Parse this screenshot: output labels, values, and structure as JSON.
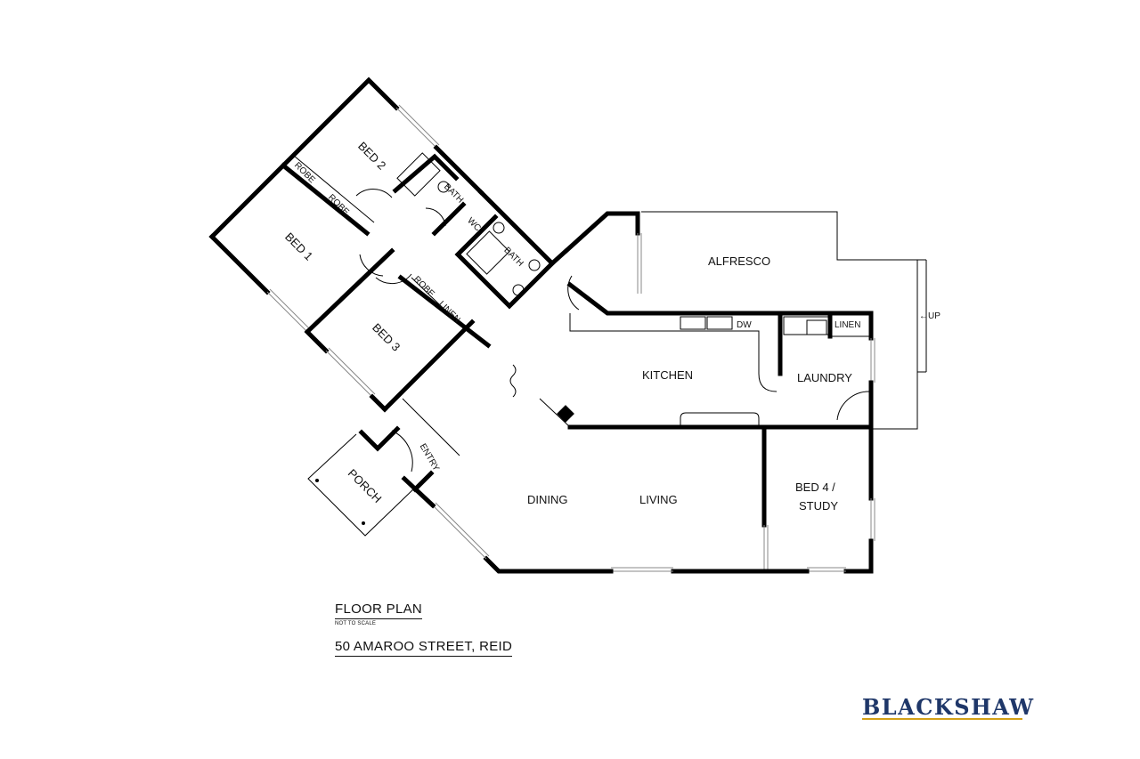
{
  "rooms": {
    "bed2": "BED 2",
    "robe_a": "ROBE",
    "robe_b": "ROBE",
    "bed1": "BED 1",
    "bath_a": "BATH",
    "wc": "WC",
    "bath_b": "BATH",
    "robe_c": "ROBE",
    "linen_a": "LINEN",
    "bed3": "BED 3",
    "alfresco": "ALFRESCO",
    "up": "←UP",
    "dw": "DW",
    "linen_b": "LINEN",
    "kitchen": "KITCHEN",
    "laundry": "LAUNDRY",
    "entry": "ENTRY",
    "porch": "PORCH",
    "dining": "DINING",
    "living": "LIVING",
    "bed4_line1": "BED 4 /",
    "bed4_line2": "STUDY"
  },
  "caption": {
    "title": "FLOOR PLAN",
    "note": "NOT TO SCALE",
    "address": "50 AMAROO STREET, REID"
  },
  "brand": {
    "name": "BLACKSHAW",
    "color": "#1f3769",
    "accent": "#d4a017"
  }
}
